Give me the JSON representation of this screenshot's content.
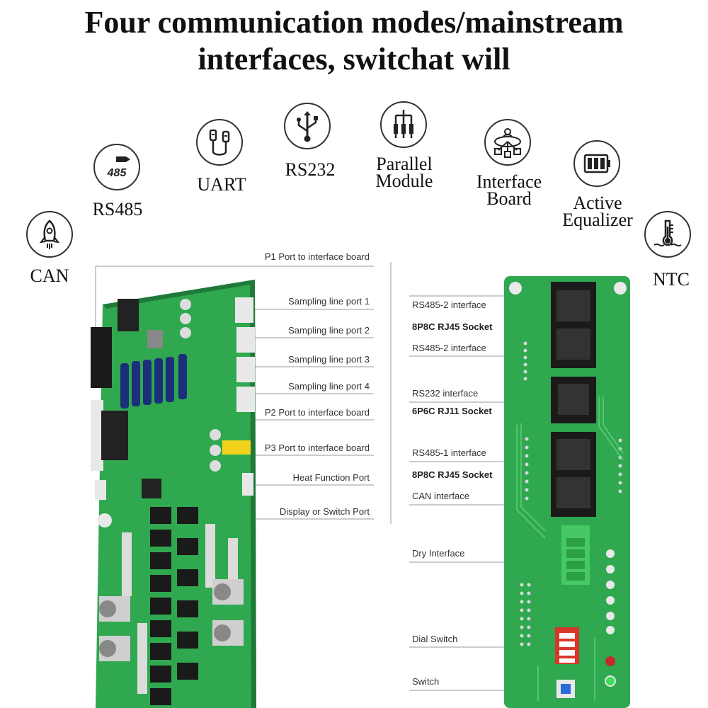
{
  "title": {
    "line1": "Four communication modes/mainstream",
    "line2": "interfaces, switchat will"
  },
  "icons": [
    {
      "id": "can",
      "label": "CAN",
      "icon": "rocket-icon"
    },
    {
      "id": "rs485",
      "label": "RS485",
      "icon": "rs485-cable-icon",
      "badge": "485"
    },
    {
      "id": "uart",
      "label": "UART",
      "icon": "cable-plug-icon"
    },
    {
      "id": "rs232",
      "label": "RS232",
      "icon": "usb-icon"
    },
    {
      "id": "parallel",
      "label_line1": "Parallel",
      "label_line2": "Module",
      "icon": "parallel-module-icon"
    },
    {
      "id": "interface",
      "label_line1": "Interface",
      "label_line2": "Board",
      "icon": "network-hub-icon"
    },
    {
      "id": "equalizer",
      "label_line1": "Active",
      "label_line2": "Equalizer",
      "icon": "battery-cells-icon"
    },
    {
      "id": "ntc",
      "label": "NTC",
      "icon": "thermometer-icon"
    }
  ],
  "left_board_labels": [
    "P1 Port to interface board",
    "Sampling line port 1",
    "Sampling line port 2",
    "Sampling line port 3",
    "Sampling line port 4",
    "P2 Port to interface board",
    "P3 Port to interface board",
    "Heat Function Port",
    "Display or Switch Port"
  ],
  "right_board_labels": [
    {
      "text": "RS485-2 interface",
      "bold": false
    },
    {
      "text": "8P8C RJ45 Socket",
      "bold": true
    },
    {
      "text": "RS485-2 interface",
      "bold": false
    },
    {
      "text": "RS232 interface",
      "bold": false
    },
    {
      "text": "6P6C RJ11 Socket",
      "bold": true
    },
    {
      "text": "RS485-1 interface",
      "bold": false
    },
    {
      "text": "8P8C RJ45 Socket",
      "bold": true
    },
    {
      "text": "CAN interface",
      "bold": false
    },
    {
      "text": "Dry Interface",
      "bold": false
    },
    {
      "text": "Dial Switch",
      "bold": false
    },
    {
      "text": "Switch",
      "bold": false
    }
  ],
  "colors": {
    "pcb": "#2fa84f",
    "pcb_dark": "#1f7a39",
    "capacitor": "#1c2f7a",
    "connector": "#e8e8e8",
    "terminal": "#3ddc5a"
  }
}
